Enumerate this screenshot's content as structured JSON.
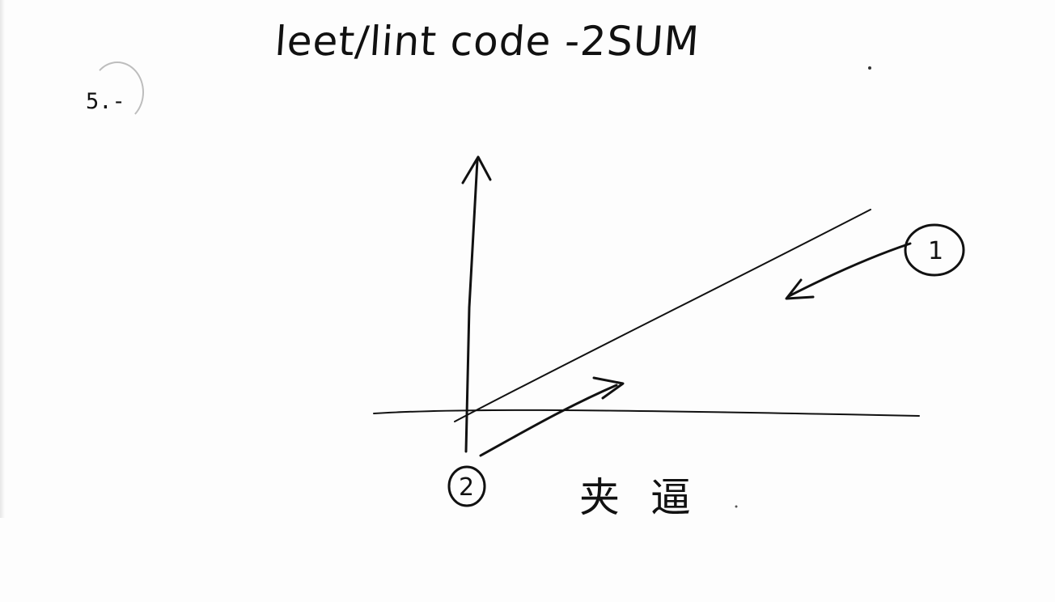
{
  "title": "leet/lint code -2SUM",
  "page_number": "5.-",
  "sketch": {
    "label_1": "1",
    "label_2": "2",
    "caption": "夹逼"
  },
  "ink_color": "#111111"
}
